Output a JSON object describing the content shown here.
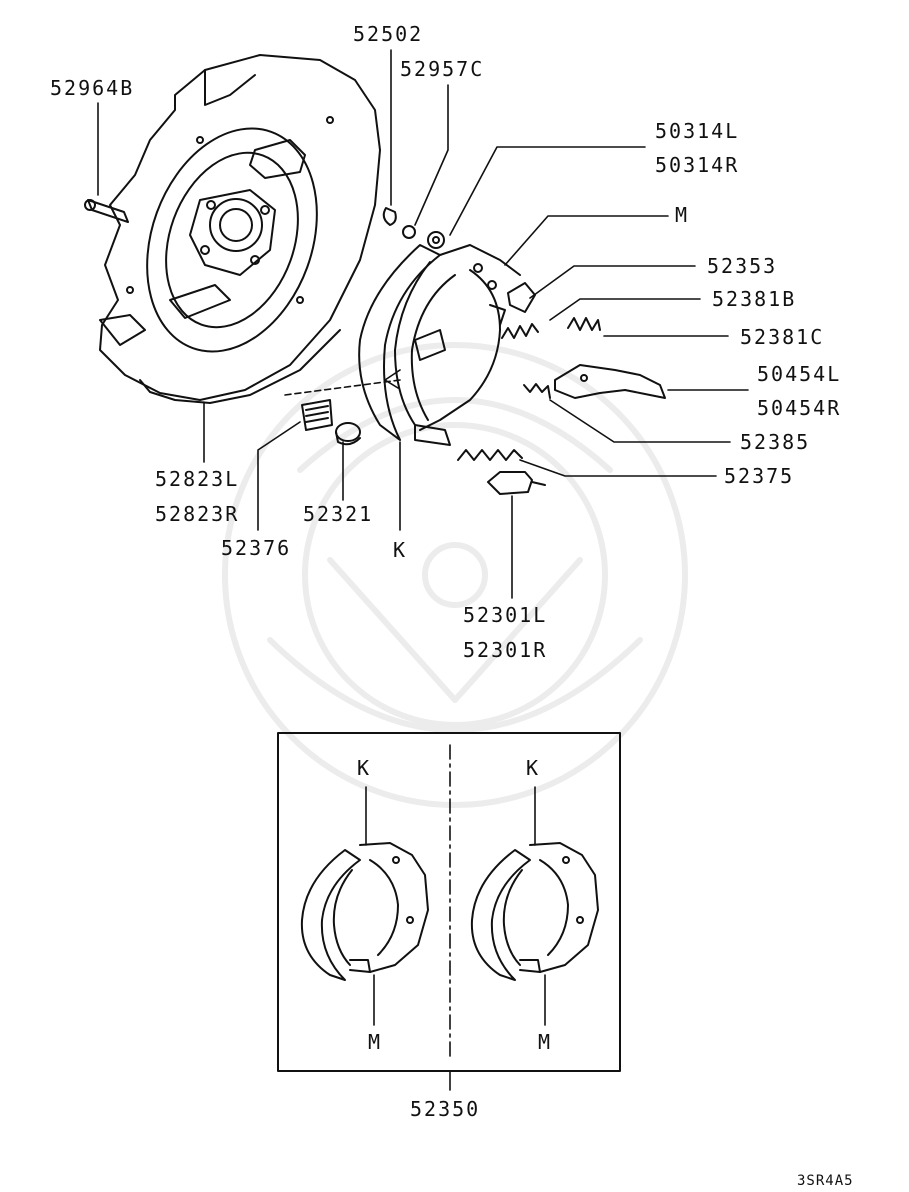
{
  "diagram": {
    "parts": {
      "p52502": "52502",
      "p52957c": "52957C",
      "p52964b": "52964B",
      "p50314l": "50314L",
      "p50314r": "50314R",
      "m_top": "M",
      "p52353": "52353",
      "p52381b": "52381B",
      "p52381c": "52381C",
      "p50454l": "50454L",
      "p50454r": "50454R",
      "p52385": "52385",
      "p52375": "52375",
      "p52823l": "52823L",
      "p52823r": "52823R",
      "p52321": "52321",
      "p52376": "52376",
      "k_main": "K",
      "p52301l": "52301L",
      "p52301r": "52301R",
      "k_left": "K",
      "k_right": "K",
      "m_left": "M",
      "m_right": "M",
      "p52350": "52350"
    },
    "diagram_code": "3SR4A5"
  }
}
